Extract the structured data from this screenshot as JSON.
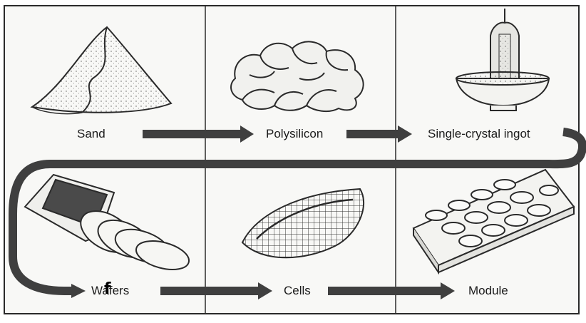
{
  "steps": {
    "sand": "Sand",
    "polysilicon": "Polysilicon",
    "ingot": "Single-crystal ingot",
    "wafers": "Wafers",
    "cells": "Cells",
    "module": "Module"
  },
  "overlay_glyph": "f",
  "colors": {
    "line": "#2a2a2a",
    "arrow": "#3d3d3d",
    "paper": "#f7f7f5",
    "shade": "#6a6a6a"
  }
}
